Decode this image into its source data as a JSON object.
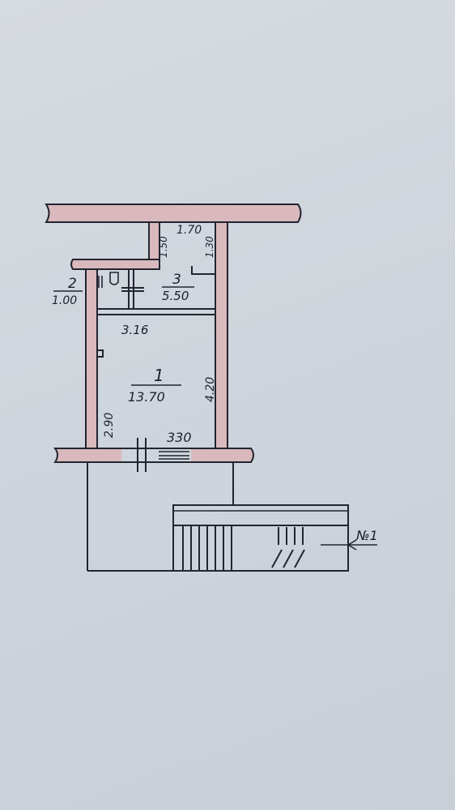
{
  "plan": {
    "rooms": [
      {
        "number": "1",
        "area": "13.70"
      },
      {
        "number": "2",
        "area": "1.00"
      },
      {
        "number": "3",
        "area": "5.50"
      }
    ],
    "dimensions": {
      "top_width": "1.70",
      "left_top": "1.50",
      "right_top": "1.30",
      "partition_width": "3.16",
      "left_height": "2.90",
      "right_height": "4.20",
      "bottom_width": "330"
    },
    "marker": "№1"
  }
}
